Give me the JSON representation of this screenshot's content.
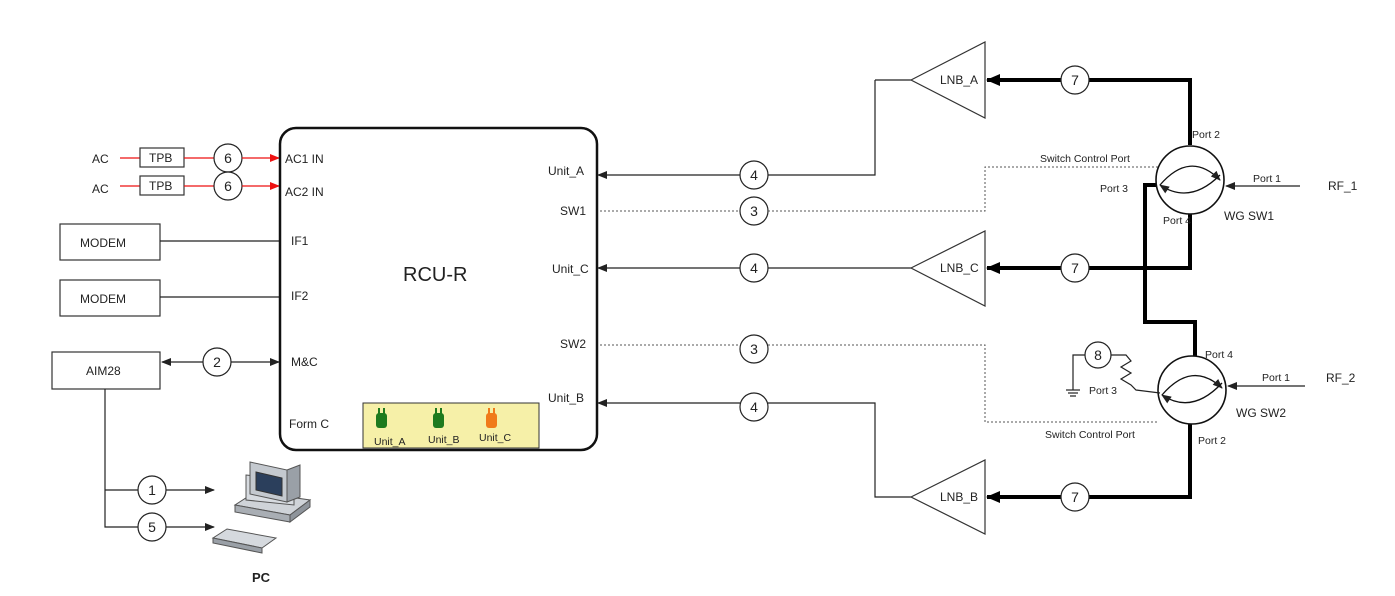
{
  "rcu": {
    "title": "RCU-R",
    "left_ports": [
      "AC1 IN",
      "AC2 IN",
      "IF1",
      "IF2",
      "M&C",
      "Form C"
    ],
    "right_ports": [
      "Unit_A",
      "SW1",
      "Unit_C",
      "SW2",
      "Unit_B"
    ],
    "status_units": [
      "Unit_A",
      "Unit_B",
      "Unit_C"
    ],
    "status_colors": [
      "#1e7a1e",
      "#1e7a1e",
      "#f07a1a"
    ]
  },
  "left": {
    "ac": [
      "AC",
      "AC"
    ],
    "tpb": [
      "TPB",
      "TPB"
    ],
    "modems": [
      "MODEM",
      "MODEM"
    ],
    "aim": "AIM28",
    "pc": "PC"
  },
  "callouts": {
    "ac1": "6",
    "ac2": "6",
    "mc": "2",
    "pc_a": "1",
    "pc_b": "5",
    "unit_a": "4",
    "sw1": "3",
    "unit_c": "4",
    "sw2": "3",
    "unit_b": "4",
    "lnb_a": "7",
    "lnb_c": "7",
    "lnb_b": "7",
    "term": "8"
  },
  "lnbs": [
    "LNB_A",
    "LNB_C",
    "LNB_B"
  ],
  "switches": {
    "sw1": {
      "name": "WG SW1",
      "ctrl": "Switch Control Port",
      "ports": [
        "Port 2",
        "Port 1",
        "Port 3",
        "Port 4"
      ],
      "rf": "RF_1"
    },
    "sw2": {
      "name": "WG SW2",
      "ctrl": "Switch Control Port",
      "ports": [
        "Port 4",
        "Port 1",
        "Port 3",
        "Port 2"
      ],
      "rf": "RF_2"
    }
  }
}
